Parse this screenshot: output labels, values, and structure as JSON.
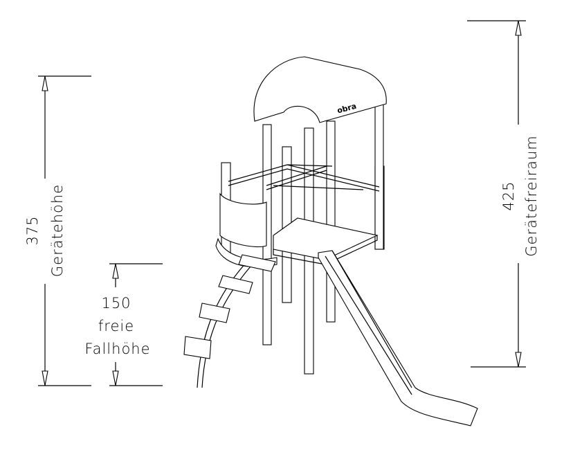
{
  "dimensions": {
    "device_height": {
      "value": "375",
      "label": "Gerätehöhe"
    },
    "free_fall_height": {
      "value": "150",
      "label_line1": "freie",
      "label_line2": "Fallhöhe"
    },
    "clearance": {
      "value": "425",
      "label": "Gerätefreiraum"
    }
  },
  "logo": "obra"
}
